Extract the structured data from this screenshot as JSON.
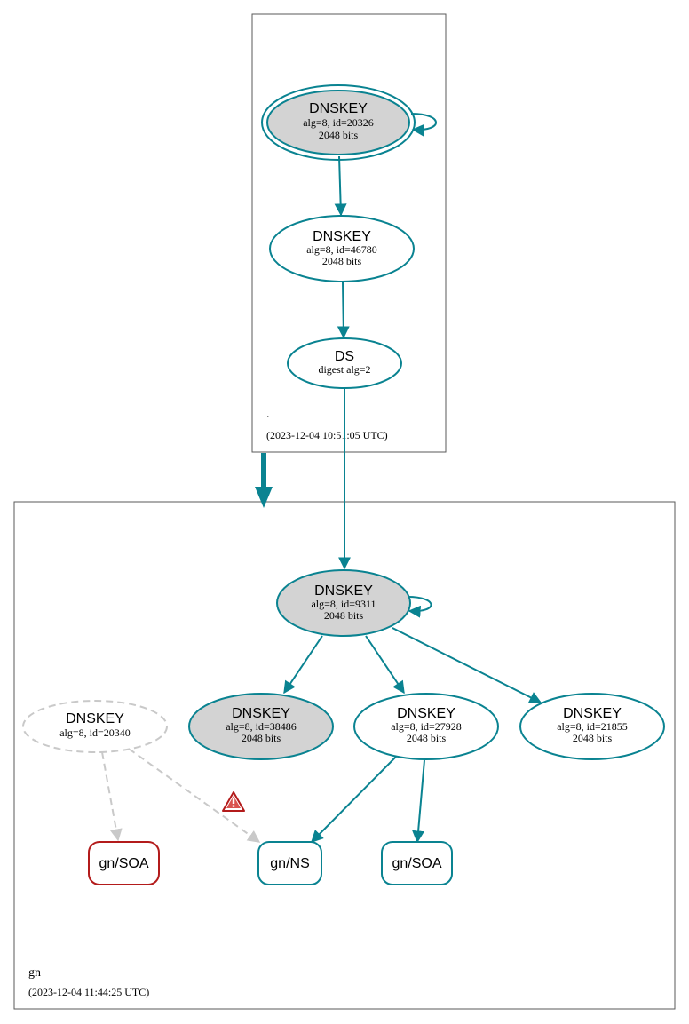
{
  "colors": {
    "valid": "#0a8391",
    "invalid": "#b31b1b",
    "insecure": "#c9c9c9",
    "sep_fill": "#d3d3d3"
  },
  "zones": {
    "root": {
      "name": ".",
      "timestamp": "(2023-12-04 10:51:05 UTC)"
    },
    "gn": {
      "name": "gn",
      "timestamp": "(2023-12-04 11:44:25 UTC)"
    }
  },
  "nodes": {
    "root_ksk": {
      "type": "DNSKEY",
      "line1": "alg=8, id=20326",
      "line2": "2048 bits"
    },
    "root_zsk": {
      "type": "DNSKEY",
      "line1": "alg=8, id=46780",
      "line2": "2048 bits"
    },
    "root_ds": {
      "type": "DS",
      "line1": "digest alg=2"
    },
    "gn_ksk": {
      "type": "DNSKEY",
      "line1": "alg=8, id=9311",
      "line2": "2048 bits"
    },
    "gn_key_38486": {
      "type": "DNSKEY",
      "line1": "alg=8, id=38486",
      "line2": "2048 bits"
    },
    "gn_key_27928": {
      "type": "DNSKEY",
      "line1": "alg=8, id=27928",
      "line2": "2048 bits"
    },
    "gn_key_21855": {
      "type": "DNSKEY",
      "line1": "alg=8, id=21855",
      "line2": "2048 bits"
    },
    "gn_key_20340": {
      "type": "DNSKEY",
      "line1": "alg=8, id=20340"
    },
    "rr_soa_invalid": {
      "label": "gn/SOA"
    },
    "rr_ns": {
      "label": "gn/NS"
    },
    "rr_soa": {
      "label": "gn/SOA"
    }
  },
  "icons": {
    "warning": "warning-icon"
  }
}
